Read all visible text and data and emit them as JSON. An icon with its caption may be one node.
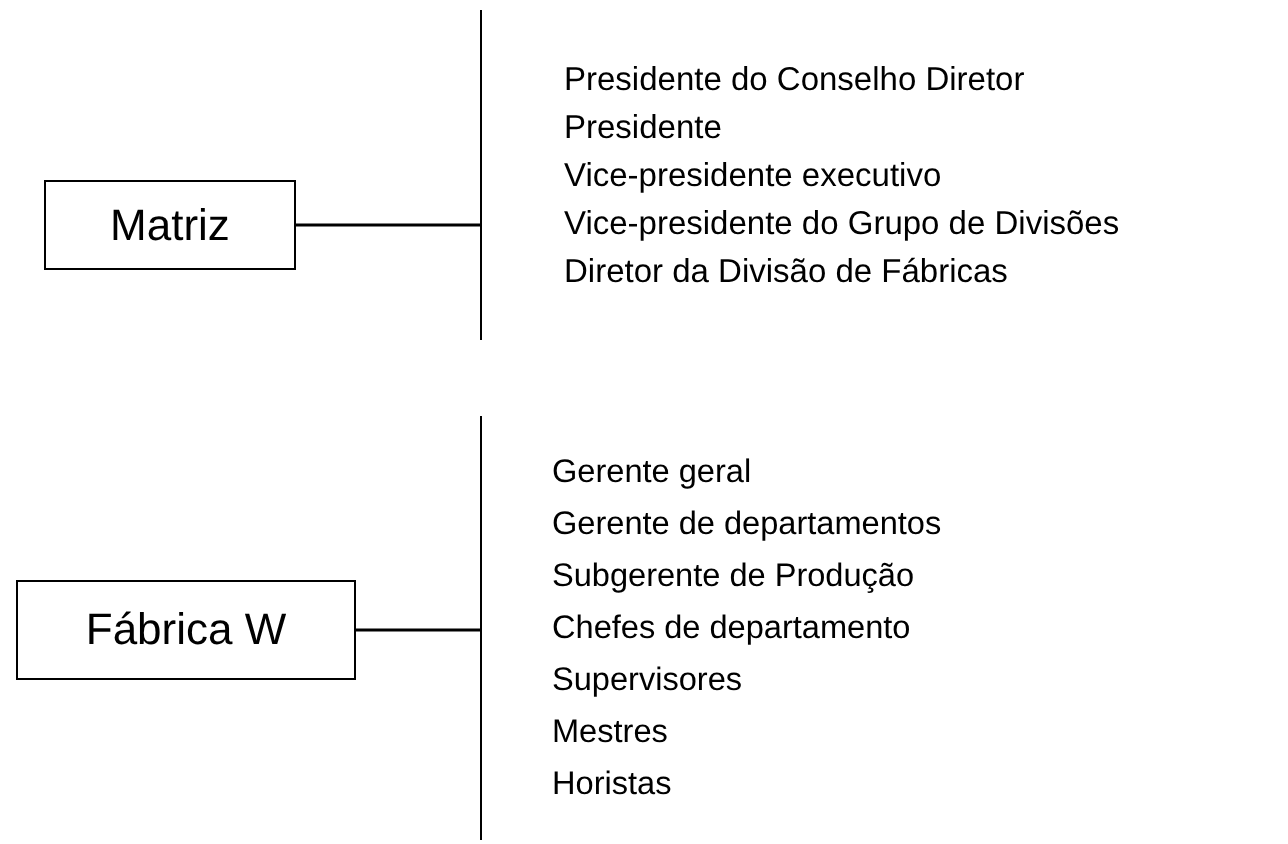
{
  "diagram": {
    "nodes": [
      {
        "text": [
          "Matriz"
        ]
      },
      {
        "text": [
          "Presidente do Conselho Diretor",
          "Presidente",
          "Vice-presidente executivo",
          "Vice-presidente do Grupo de Divisões",
          "Diretor da Divisão de Fábricas"
        ]
      },
      {
        "text": [
          "Fábrica W"
        ]
      },
      {
        "text": [
          "Gerente geral",
          "Gerente de departamentos",
          "Subgerente de Produção",
          "Chefes de departamento",
          "Supervisores",
          "Mestres",
          "Horistas"
        ]
      }
    ],
    "edges": [
      {
        "from": 0,
        "to": 1,
        "arrow": "none"
      },
      {
        "from": 2,
        "to": 3,
        "arrow": "none"
      }
    ]
  }
}
